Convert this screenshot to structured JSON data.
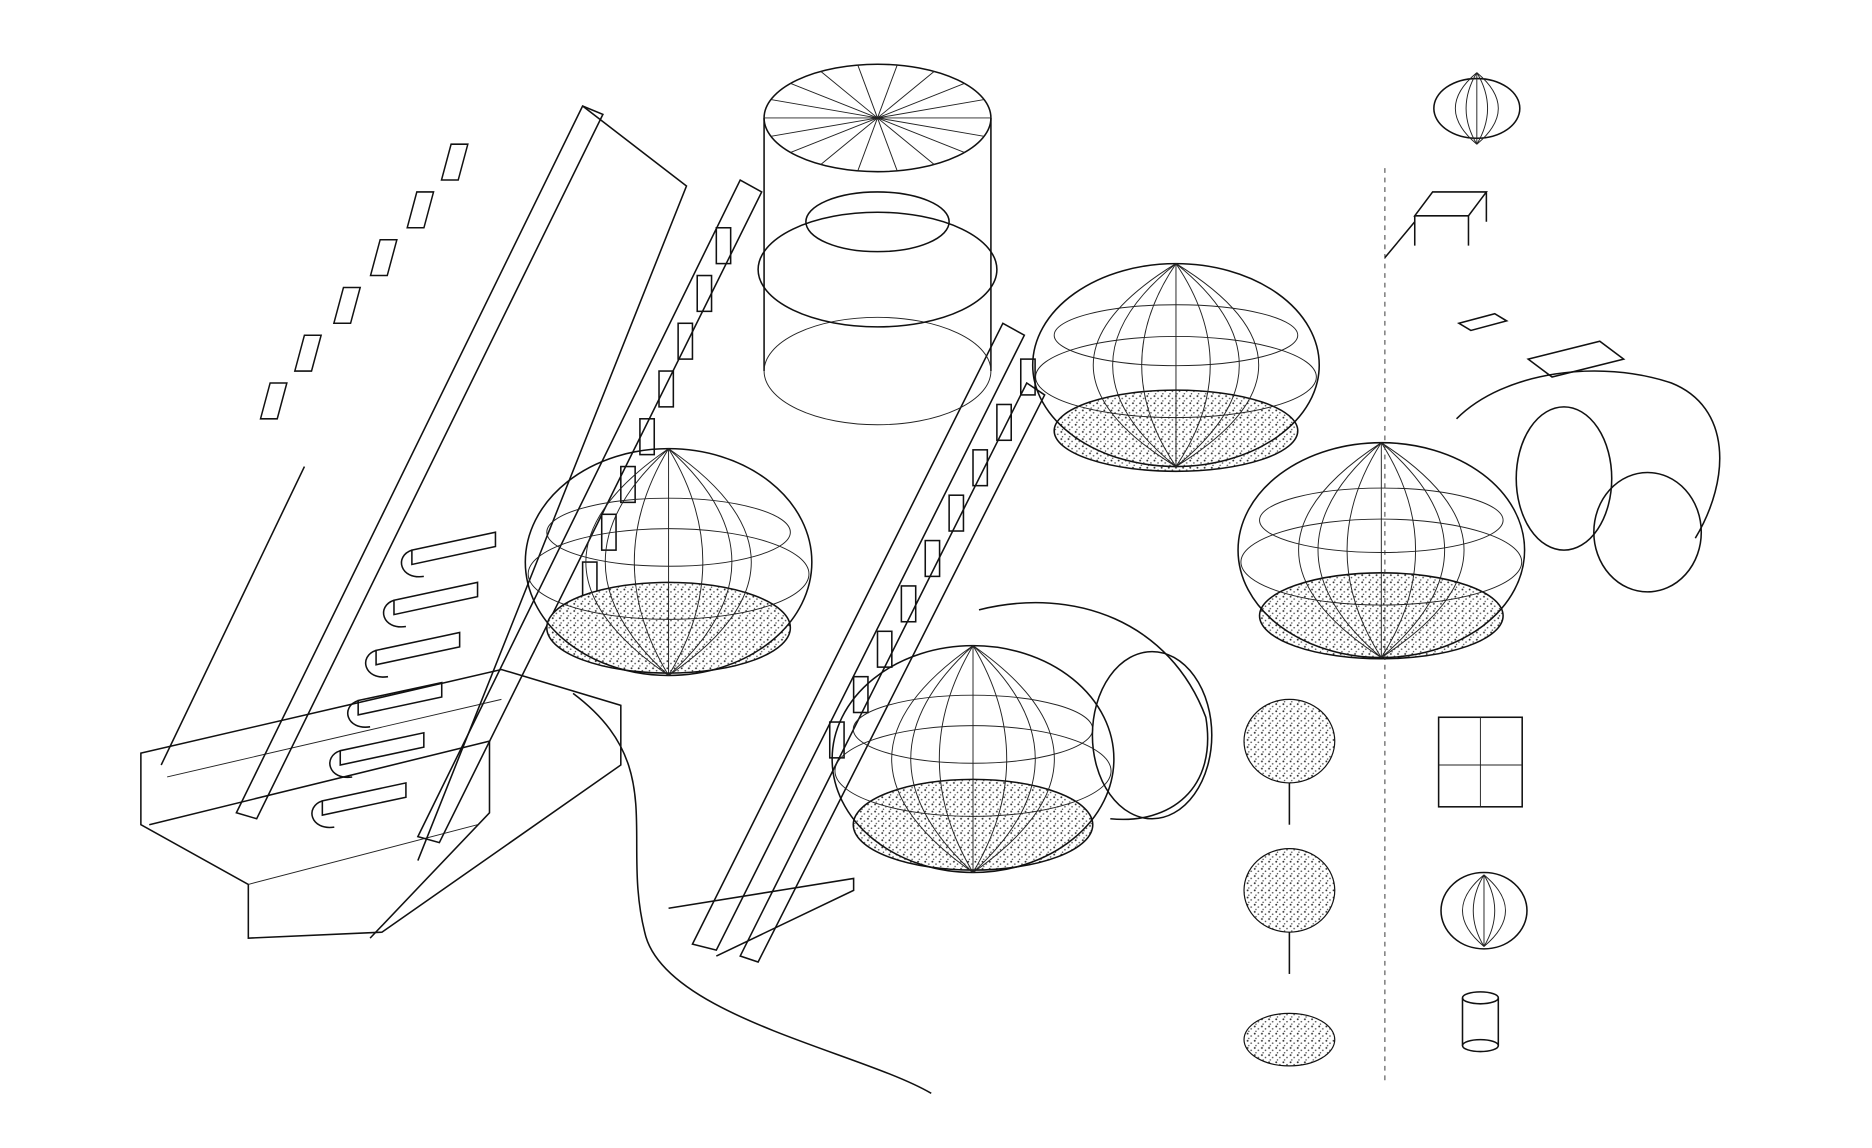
{
  "drawing": {
    "ink_color": "#111111",
    "paper_color": "#ffffff",
    "domes": [
      {
        "id": "dome-left"
      },
      {
        "id": "dome-top-center"
      },
      {
        "id": "dome-right"
      },
      {
        "id": "dome-bottom-center"
      }
    ],
    "legend_icons": [
      "dome-icon",
      "platform-icon",
      "panel-icon",
      "tree-icon",
      "tree-icon",
      "shrub-icon",
      "frame-module-icon",
      "sphere-icon",
      "cylinder-icon"
    ]
  }
}
